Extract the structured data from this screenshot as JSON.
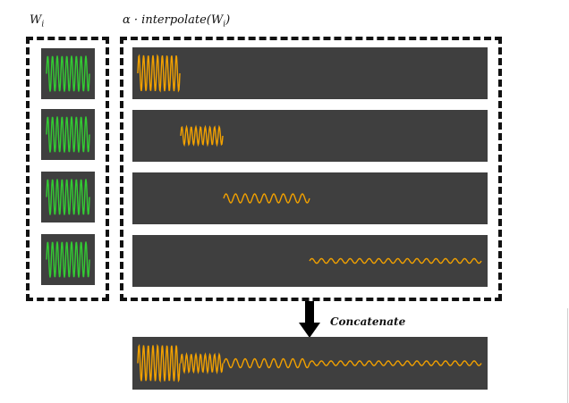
{
  "labels": {
    "weights_main": "W",
    "weights_sub": "i",
    "interp_prefix": "α · interpolate(W",
    "interp_sub": "i",
    "interp_suffix": ")",
    "concatenate": "Concatenate"
  },
  "colors": {
    "weight_wave": "#33cc33",
    "interp_wave": "#f2a100",
    "panel_bg": "#3f3f3f",
    "border": "#111111"
  },
  "weights_panels": [
    {
      "id": "w1"
    },
    {
      "id": "w2"
    },
    {
      "id": "w3"
    },
    {
      "id": "w4"
    }
  ],
  "interpolated_rows": [
    {
      "id": "interp-row-1",
      "cycles": 9
    },
    {
      "id": "interp-row-2",
      "cycles": 9
    },
    {
      "id": "interp-row-3",
      "cycles": 9
    },
    {
      "id": "interp-row-4",
      "cycles": 18
    }
  ],
  "concat_segments": [
    {
      "id": "seg-1",
      "cycles": 9
    },
    {
      "id": "seg-2",
      "cycles": 9
    },
    {
      "id": "seg-3",
      "cycles": 9
    },
    {
      "id": "seg-4",
      "cycles": 18
    }
  ]
}
